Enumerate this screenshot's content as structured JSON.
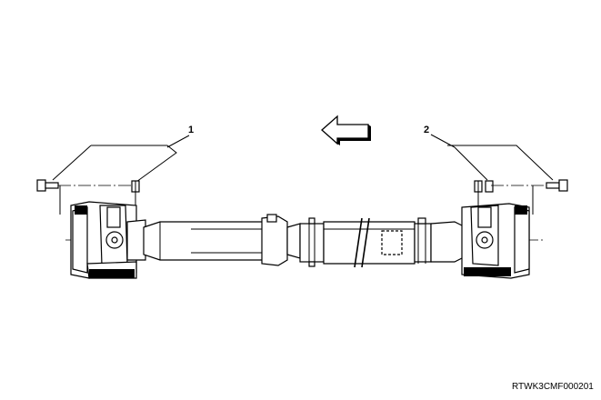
{
  "callouts": [
    {
      "label": "1"
    },
    {
      "label": "2"
    }
  ],
  "direction_arrow": {
    "icon": "left-arrow-icon",
    "meaning": "vehicle front"
  },
  "figure_code": "RTWK3CMF000201"
}
